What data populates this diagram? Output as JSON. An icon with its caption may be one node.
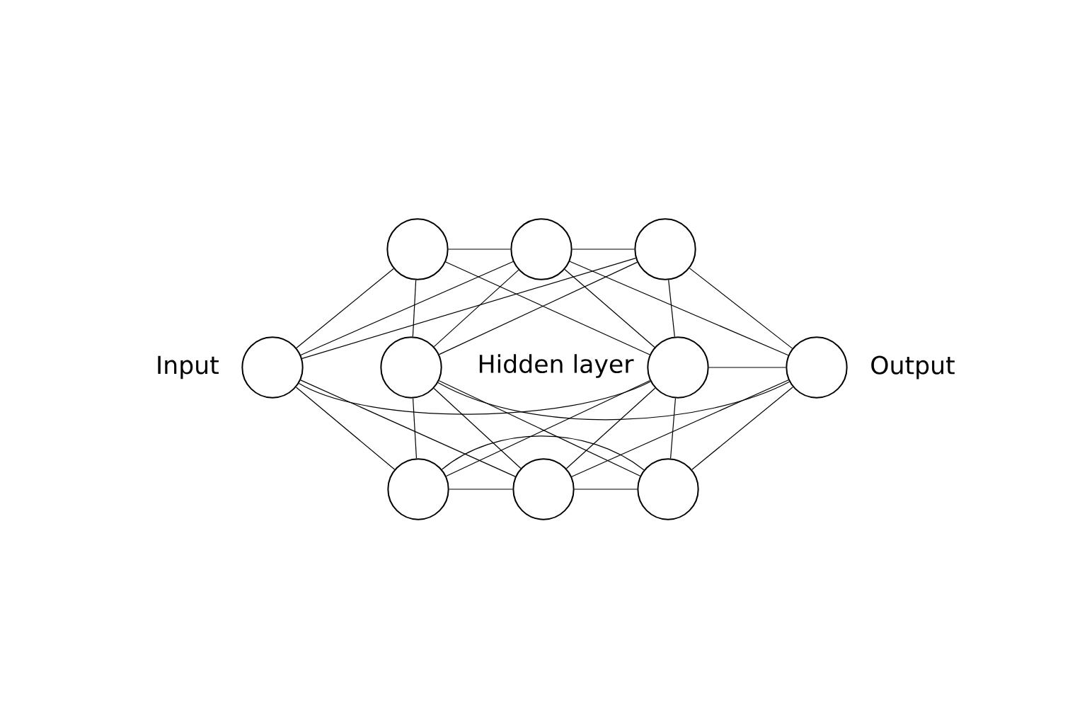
{
  "diagram": {
    "nodes": [
      {
        "text": [],
        "shape": "circle",
        "beside": [
          "Input"
        ]
      },
      {
        "text": [],
        "shape": "circle"
      },
      {
        "text": [],
        "shape": "circle"
      },
      {
        "text": [],
        "shape": "circle"
      },
      {
        "text": [],
        "shape": "circle"
      },
      {
        "text": [],
        "shape": "circle"
      },
      {
        "text": [],
        "shape": "circle"
      },
      {
        "text": [],
        "shape": "circle"
      },
      {
        "text": [],
        "shape": "circle"
      },
      {
        "text": [],
        "shape": "circle",
        "beside": [
          "Output"
        ]
      }
    ],
    "edges": [
      {
        "from": 0,
        "to": 1,
        "arrow": "none"
      },
      {
        "from": 0,
        "to": 2,
        "arrow": "none"
      },
      {
        "from": 0,
        "to": 3,
        "arrow": "none"
      },
      {
        "from": 0,
        "to": 6,
        "arrow": "none"
      },
      {
        "from": 0,
        "to": 7,
        "arrow": "none"
      },
      {
        "from": 0,
        "to": 5,
        "arrow": "none"
      },
      {
        "from": 1,
        "to": 2,
        "arrow": "none"
      },
      {
        "from": 2,
        "to": 3,
        "arrow": "none"
      },
      {
        "from": 1,
        "to": 4,
        "arrow": "none"
      },
      {
        "from": 1,
        "to": 5,
        "arrow": "none"
      },
      {
        "from": 4,
        "to": 2,
        "arrow": "none"
      },
      {
        "from": 4,
        "to": 3,
        "arrow": "none"
      },
      {
        "from": 2,
        "to": 5,
        "arrow": "none"
      },
      {
        "from": 2,
        "to": 9,
        "arrow": "none"
      },
      {
        "from": 3,
        "to": 5,
        "arrow": "none"
      },
      {
        "from": 3,
        "to": 9,
        "arrow": "none"
      },
      {
        "from": 4,
        "to": 6,
        "arrow": "none"
      },
      {
        "from": 4,
        "to": 7,
        "arrow": "none"
      },
      {
        "from": 4,
        "to": 8,
        "arrow": "none"
      },
      {
        "from": 4,
        "to": 9,
        "arrow": "none"
      },
      {
        "from": 5,
        "to": 9,
        "arrow": "none"
      },
      {
        "from": 6,
        "to": 5,
        "arrow": "none"
      },
      {
        "from": 7,
        "to": 5,
        "arrow": "none"
      },
      {
        "from": 5,
        "to": 8,
        "arrow": "none"
      },
      {
        "from": 6,
        "to": 7,
        "arrow": "none"
      },
      {
        "from": 7,
        "to": 8,
        "arrow": "none"
      },
      {
        "from": 6,
        "to": 8,
        "arrow": "none"
      },
      {
        "from": 7,
        "to": 9,
        "arrow": "none"
      },
      {
        "from": 8,
        "to": 9,
        "arrow": "none"
      }
    ],
    "labels": [
      "Hidden layer"
    ]
  }
}
